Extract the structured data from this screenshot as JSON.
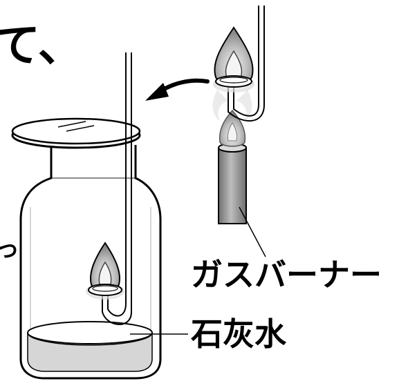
{
  "labels": {
    "gas_burner": "ガスバーナー",
    "limewater": "石灰水"
  },
  "cropped_text": {
    "top_left": "て、"
  },
  "colors": {
    "ink": "#000000",
    "flame_gray": "#9a9a9a",
    "flame_light": "#e2e2e2",
    "burner_gray": "#8e8e8e",
    "liquid_gray": "#d6d6d6"
  },
  "icons": {
    "arrow": "curved-arrow-icon",
    "flame": "flame-icon"
  }
}
